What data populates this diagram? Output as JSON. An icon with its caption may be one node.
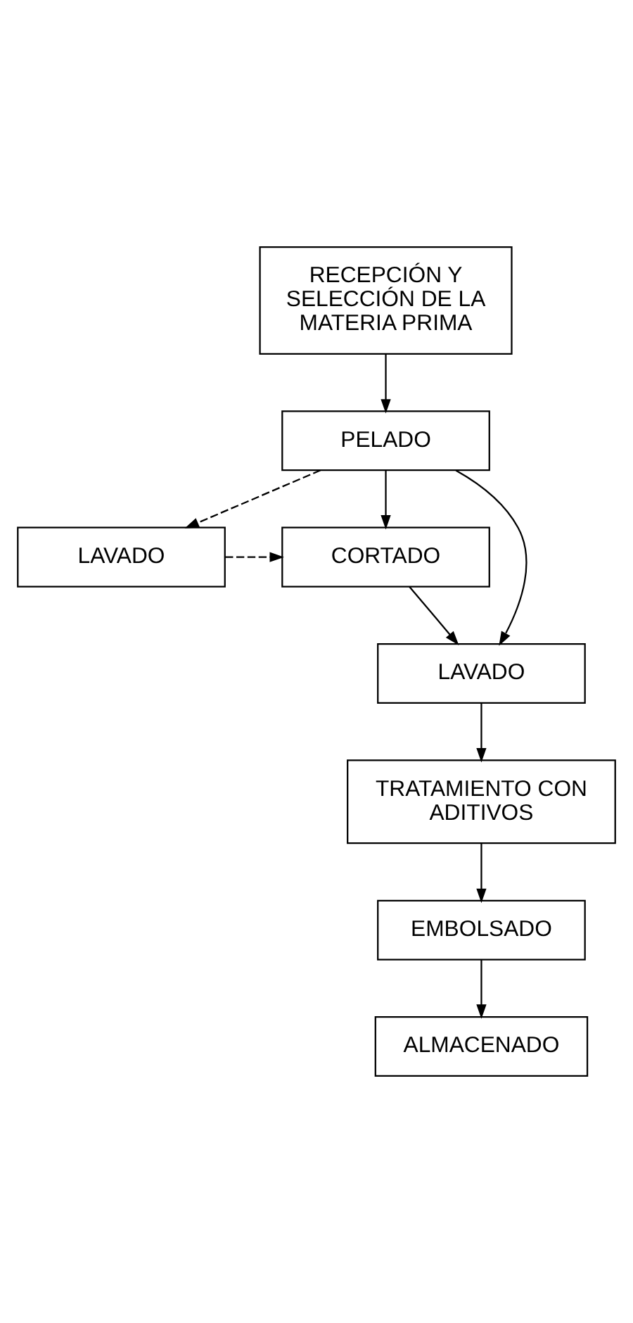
{
  "diagram": {
    "nodes": [
      {
        "text": [
          "RECEPCIÓN Y SELECCIÓN DE LA MATERIA PRIMA"
        ]
      },
      {
        "text": [
          "PELADO"
        ]
      },
      {
        "text": [
          "LAVADO"
        ]
      },
      {
        "text": [
          "CORTADO"
        ]
      },
      {
        "text": [
          "LAVADO"
        ]
      },
      {
        "text": [
          "TRATAMIENTO CON ADITIVOS"
        ]
      },
      {
        "text": [
          "EMBOLSADO"
        ]
      },
      {
        "text": [
          "ALMACENADO"
        ]
      }
    ],
    "edges": [
      {
        "from": 0,
        "to": 1,
        "arrow": "to"
      },
      {
        "from": 1,
        "to": 2,
        "arrow": "to",
        "style": "dashed"
      },
      {
        "from": 1,
        "to": 3,
        "arrow": "to"
      },
      {
        "from": 2,
        "to": 3,
        "arrow": "to",
        "style": "dashed"
      },
      {
        "from": 3,
        "to": 4,
        "arrow": "to"
      },
      {
        "from": 1,
        "to": 4,
        "arrow": "to"
      },
      {
        "from": 4,
        "to": 5,
        "arrow": "to"
      },
      {
        "from": 5,
        "to": 6,
        "arrow": "to"
      },
      {
        "from": 6,
        "to": 7,
        "arrow": "to"
      }
    ]
  }
}
